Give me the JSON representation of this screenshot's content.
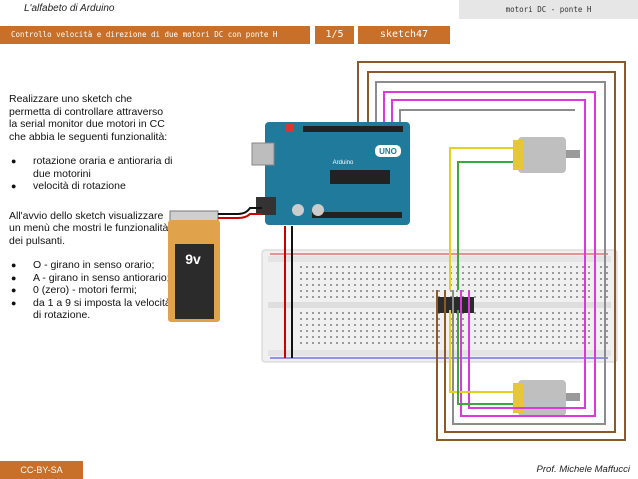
{
  "header": {
    "course_title": "L'alfabeto di Arduino",
    "topic": "motori DC - ponte H"
  },
  "subheader": {
    "lesson_title": "Controllo velocità e direzione di due motori DC con ponte H",
    "page_counter": "1/5",
    "sketch_name": "sketch47"
  },
  "content": {
    "intro": "Realizzare uno sketch che permetta di controllare attraverso la serial monitor due motori in CC che abbia le seguenti funzionalità:",
    "features": [
      "rotazione oraria e antioraria di due motorini",
      "velocità di rotazione"
    ],
    "menu_intro": "All'avvio dello sketch visualizzare un menù che mostri le funzionalità dei pulsanti.",
    "menu_items": [
      "O - girano in senso orario;",
      "A - girano in senso antiorario;",
      "0 (zero) - motori fermi;",
      "da 1 a 9 si imposta la velocità di rotazione."
    ]
  },
  "diagram": {
    "battery_label": "9v",
    "board_label": "UNO",
    "board_brand": "Arduino"
  },
  "footer": {
    "license": "CC-BY-SA",
    "author": "Prof. Michele Maffucci"
  },
  "colors": {
    "accent": "#c8702a",
    "header_bg": "#e6e6e6",
    "board": "#1f7a9c",
    "battery": "#e0a24a",
    "motor_body": "#bfbfbf",
    "motor_cap": "#e8c63a",
    "wire_magenta": "#d93ad9",
    "wire_brown": "#8b5a2b",
    "wire_gray": "#8c8c8c",
    "wire_yellow": "#e5d21f",
    "wire_green": "#3aa83a"
  }
}
